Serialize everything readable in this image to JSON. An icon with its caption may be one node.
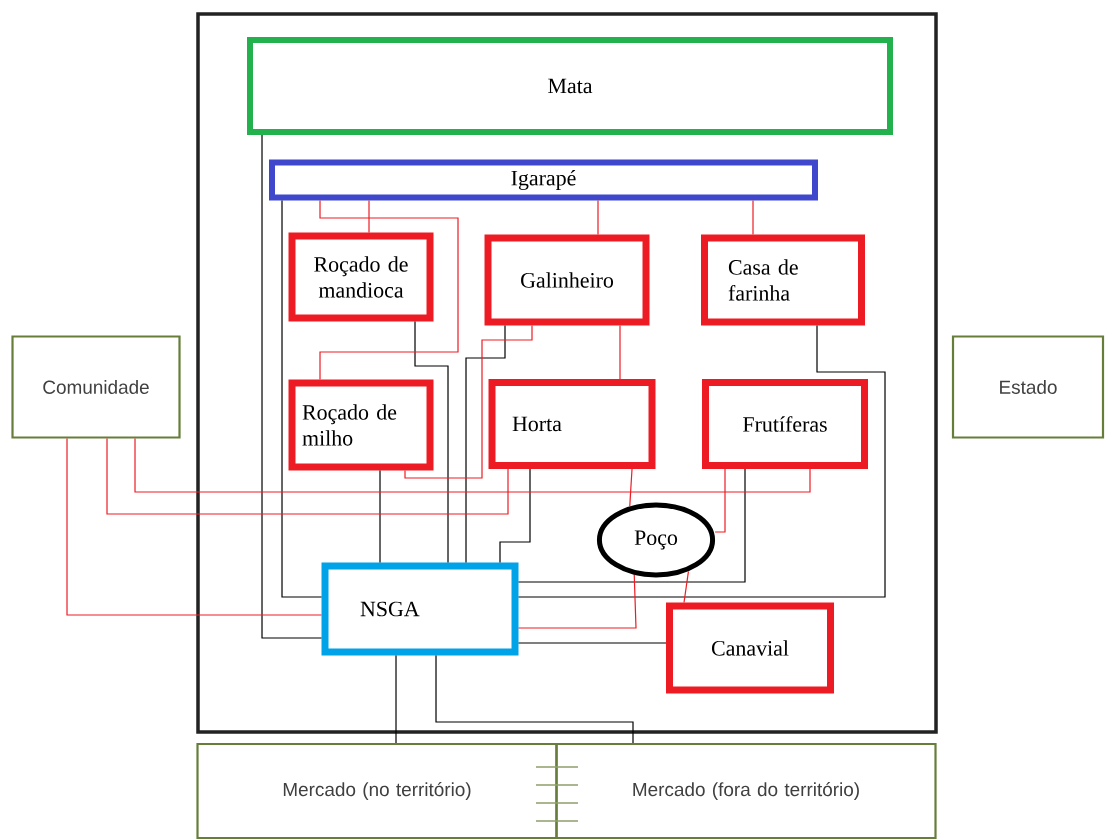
{
  "diagram": {
    "nodes": [
      {
        "text": [],
        "shape": "box"
      },
      {
        "text": [
          "Mata"
        ],
        "in": 0
      },
      {
        "text": [
          "Igarapé"
        ],
        "in": 0
      },
      {
        "text": [
          "Roçado de mandioca"
        ],
        "in": 0
      },
      {
        "text": [
          "Galinheiro"
        ],
        "in": 0
      },
      {
        "text": [
          "Casa de farinha"
        ],
        "in": 0
      },
      {
        "text": [
          "Roçado de milho"
        ],
        "in": 0
      },
      {
        "text": [
          "Horta"
        ],
        "in": 0
      },
      {
        "text": [
          "Frutíferas"
        ],
        "in": 0
      },
      {
        "text": [
          "Poço"
        ],
        "in": 0
      },
      {
        "text": [
          "NSGA"
        ],
        "in": 0
      },
      {
        "text": [
          "Canavial"
        ],
        "in": 0
      },
      {
        "text": [
          "Comunidade"
        ]
      },
      {
        "text": [
          "Estado"
        ]
      },
      {
        "text": [
          "Mercado (no território)"
        ]
      },
      {
        "text": [
          "Mercado (fora do território)"
        ]
      }
    ],
    "edges": [
      {
        "from": 1,
        "to": 10,
        "arrow": "none",
        "color": "#000000"
      },
      {
        "from": 2,
        "to": 10,
        "arrow": "none",
        "color": "#000000"
      },
      {
        "from": 3,
        "to": 10,
        "arrow": "none",
        "color": "#000000"
      },
      {
        "from": 6,
        "to": 10,
        "arrow": "none",
        "color": "#000000"
      },
      {
        "from": 4,
        "to": 10,
        "arrow": "none",
        "color": "#000000"
      },
      {
        "from": 7,
        "to": 10,
        "arrow": "none",
        "color": "#000000"
      },
      {
        "from": 8,
        "to": 10,
        "arrow": "none",
        "color": "#000000"
      },
      {
        "from": 5,
        "to": 10,
        "arrow": "none",
        "color": "#000000"
      },
      {
        "from": 11,
        "to": 10,
        "arrow": "none",
        "color": "#000000"
      },
      {
        "from": 10,
        "to": 14,
        "arrow": "none",
        "color": "#000000"
      },
      {
        "from": 10,
        "to": 15,
        "arrow": "none",
        "color": "#000000"
      },
      {
        "from": 2,
        "to": 3,
        "arrow": "none"
      },
      {
        "from": 2,
        "to": 6,
        "arrow": "none"
      },
      {
        "from": 2,
        "to": 4,
        "arrow": "none"
      },
      {
        "from": 2,
        "to": 5,
        "arrow": "none"
      },
      {
        "from": 4,
        "to": 7,
        "arrow": "none"
      },
      {
        "from": 4,
        "to": 6,
        "arrow": "none"
      },
      {
        "from": 12,
        "to": 8,
        "arrow": "none"
      },
      {
        "from": 12,
        "to": 7,
        "arrow": "none"
      },
      {
        "from": 12,
        "to": 10,
        "arrow": "none"
      },
      {
        "from": 7,
        "to": 9,
        "arrow": "none"
      },
      {
        "from": 8,
        "to": 9,
        "arrow": "none"
      },
      {
        "from": 9,
        "to": 10,
        "arrow": "none"
      },
      {
        "from": 9,
        "to": 11,
        "arrow": "none"
      }
    ]
  }
}
